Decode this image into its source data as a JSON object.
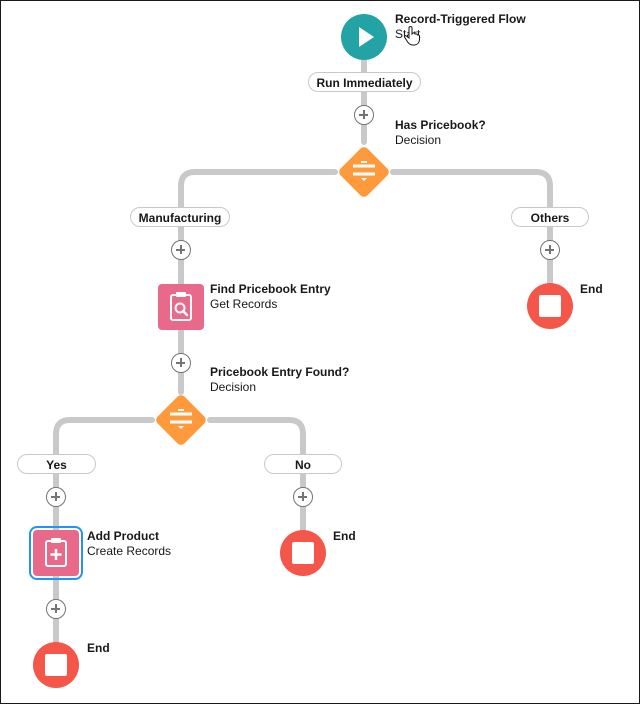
{
  "start": {
    "title": "Record-Triggered Flow",
    "subtitle": "Start",
    "icon": "play-icon"
  },
  "run_pill": "Run Immediately",
  "decision1": {
    "title": "Has Pricebook?",
    "subtitle": "Decision",
    "icon": "decision-icon"
  },
  "branch1": {
    "left": "Manufacturing",
    "right": "Others"
  },
  "get_records": {
    "title": "Find Pricebook Entry",
    "subtitle": "Get Records",
    "icon": "search-icon"
  },
  "decision2": {
    "title": "Pricebook Entry Found?",
    "subtitle": "Decision",
    "icon": "decision-icon"
  },
  "branch2": {
    "left": "Yes",
    "right": "No"
  },
  "create_records": {
    "title": "Add Product",
    "subtitle": "Create Records",
    "icon": "add-record-icon"
  },
  "end_label": "End",
  "colors": {
    "start": "#23a3a6",
    "decision": "#ff9a3c",
    "record": "#e8698a",
    "end": "#f4564a",
    "connector": "#c9c9c9",
    "selection": "#1b96ff"
  }
}
